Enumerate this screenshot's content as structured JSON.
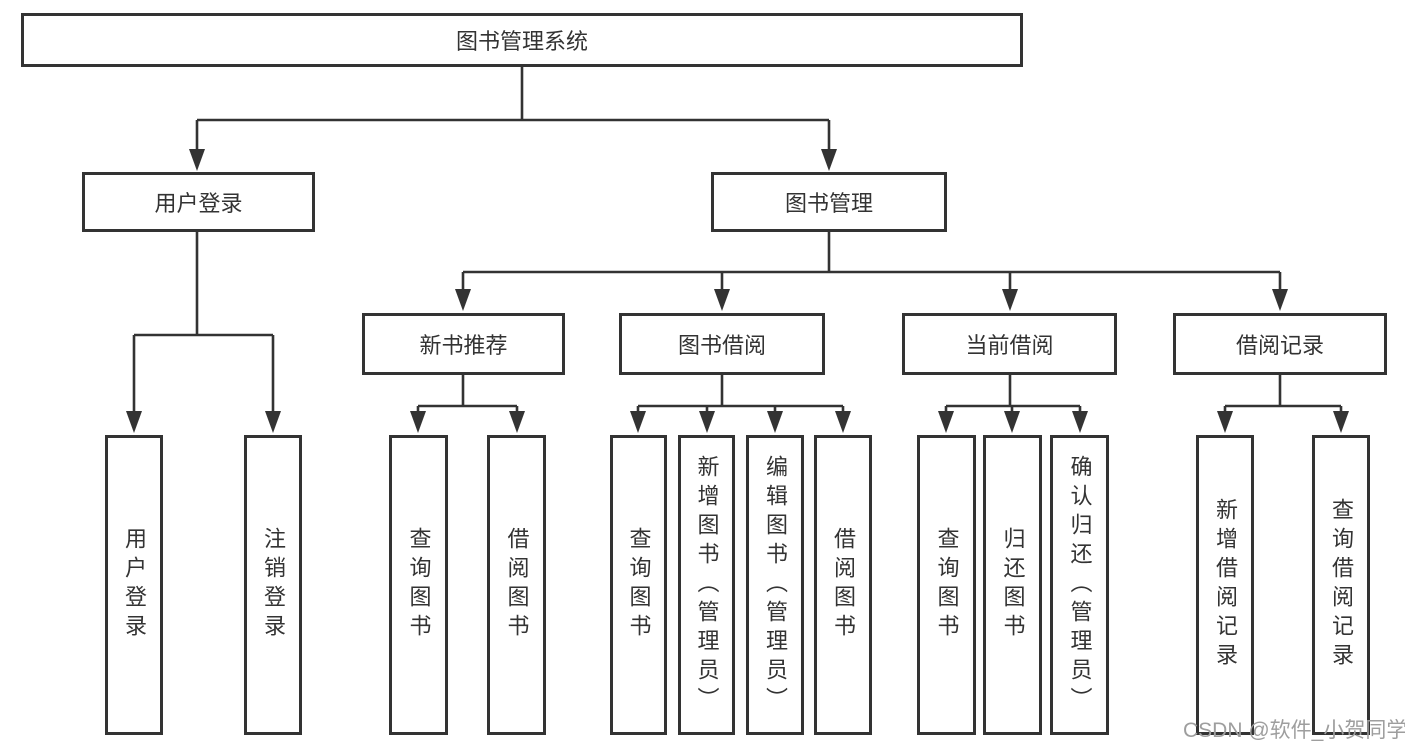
{
  "colors": {
    "line": "#333333",
    "text": "#333333",
    "watermark": "#9e9e9e",
    "background": "#ffffff"
  },
  "watermark": {
    "text": "CSDN @软件_小贺同学"
  },
  "tree": {
    "label": "图书管理系统",
    "children": [
      {
        "label": "用户登录",
        "children": [
          {
            "label": "用户登录"
          },
          {
            "label": "注销登录"
          }
        ]
      },
      {
        "label": "图书管理",
        "children": [
          {
            "label": "新书推荐",
            "children": [
              {
                "label": "查询图书"
              },
              {
                "label": "借阅图书"
              }
            ]
          },
          {
            "label": "图书借阅",
            "children": [
              {
                "label": "查询图书"
              },
              {
                "label": "新增图书（管理员）"
              },
              {
                "label": "编辑图书（管理员）"
              },
              {
                "label": "借阅图书"
              }
            ]
          },
          {
            "label": "当前借阅",
            "children": [
              {
                "label": "查询图书"
              },
              {
                "label": "归还图书"
              },
              {
                "label": "确认归还（管理员）"
              }
            ]
          },
          {
            "label": "借阅记录",
            "children": [
              {
                "label": "新增借阅记录"
              },
              {
                "label": "查询借阅记录"
              }
            ]
          }
        ]
      }
    ]
  }
}
